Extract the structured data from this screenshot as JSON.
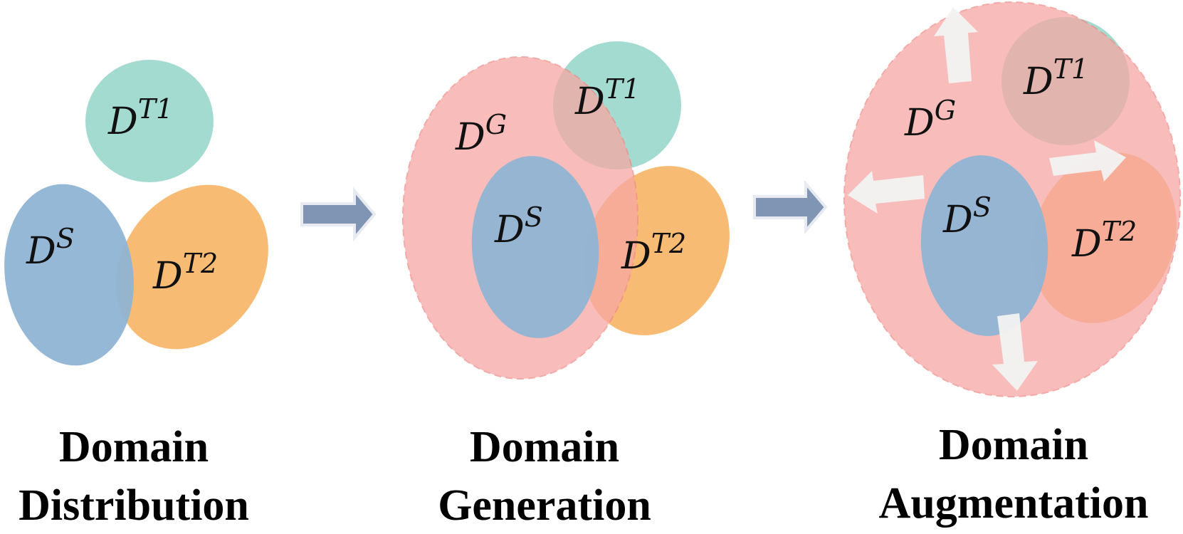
{
  "colors": {
    "target1": "#9fd9cf",
    "source": "#8fb4d4",
    "target2": "#f8b76d",
    "generated": "#f6a7a3",
    "arrow": "#7f95b3",
    "expand_arrow": "#f2f2f2"
  },
  "panels": [
    {
      "labels": {
        "t1_base": "D",
        "t1_sup": "T1",
        "s_base": "D",
        "s_sup": "S",
        "t2_base": "D",
        "t2_sup": "T2"
      },
      "caption": {
        "line1": "Domain",
        "line2": "Distribution"
      }
    },
    {
      "labels": {
        "g_base": "D",
        "g_sup": "G",
        "t1_base": "D",
        "t1_sup": "T1",
        "s_base": "D",
        "s_sup": "S",
        "t2_base": "D",
        "t2_sup": "T2"
      },
      "caption": {
        "line1": "Domain",
        "line2": "Generation"
      }
    },
    {
      "labels": {
        "g_base": "D",
        "g_sup": "G",
        "t1_base": "D",
        "t1_sup": "T1",
        "s_base": "D",
        "s_sup": "S",
        "t2_base": "D",
        "t2_sup": "T2"
      },
      "caption": {
        "line1": "Domain",
        "line2": "Augmentation"
      }
    }
  ]
}
